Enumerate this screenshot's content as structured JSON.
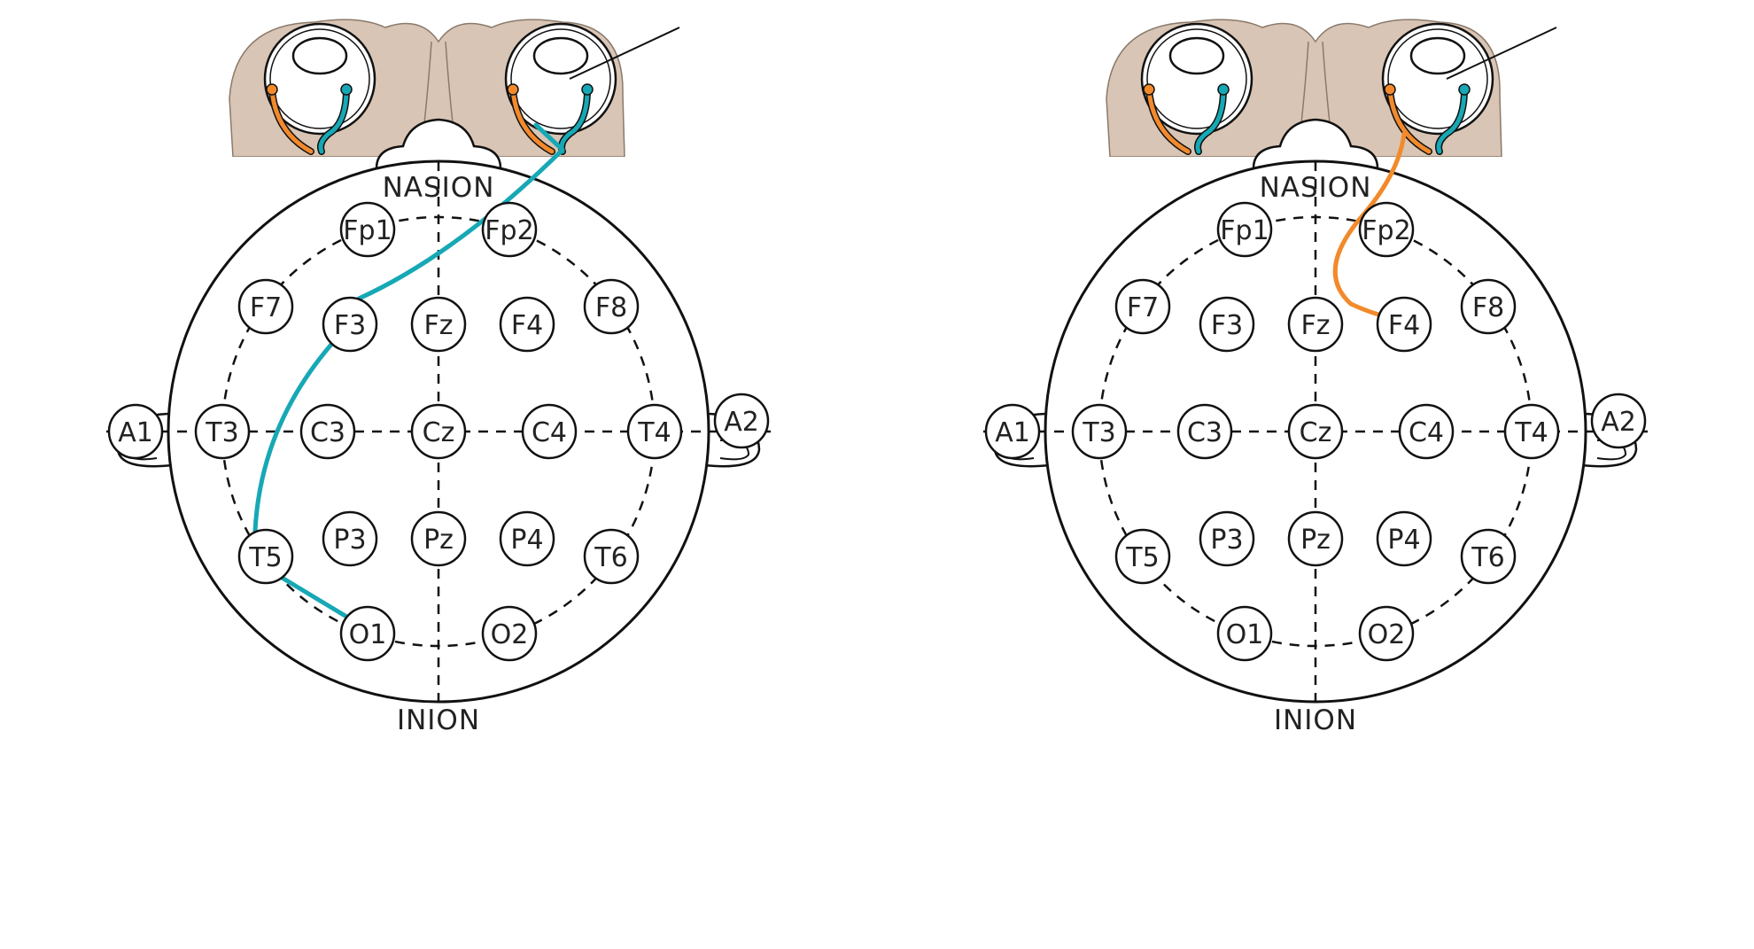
{
  "colors": {
    "teal": "#17a8b5",
    "orange": "#f28a2c",
    "tissue": "#d9c5b5",
    "tissue_outline": "#8a7a6a",
    "line": "#111111"
  },
  "landmarks": {
    "nasion": "NASION",
    "inion": "INION"
  },
  "electrodes": {
    "Fp1": "Fp1",
    "Fp2": "Fp2",
    "F7": "F7",
    "F3": "F3",
    "Fz": "Fz",
    "F4": "F4",
    "F8": "F8",
    "A1": "A1",
    "T3": "T3",
    "C3": "C3",
    "Cz": "Cz",
    "C4": "C4",
    "T4": "T4",
    "A2": "A2",
    "T5": "T5",
    "P3": "P3",
    "Pz": "Pz",
    "P4": "P4",
    "T6": "T6",
    "O1": "O1",
    "O2": "O2"
  },
  "panels": [
    {
      "id": "left",
      "pathway_color": "teal",
      "pathway_electrodes": [
        "F3",
        "T5",
        "O1"
      ]
    },
    {
      "id": "right",
      "pathway_color": "orange",
      "pathway_electrodes": [
        "F4"
      ]
    }
  ]
}
